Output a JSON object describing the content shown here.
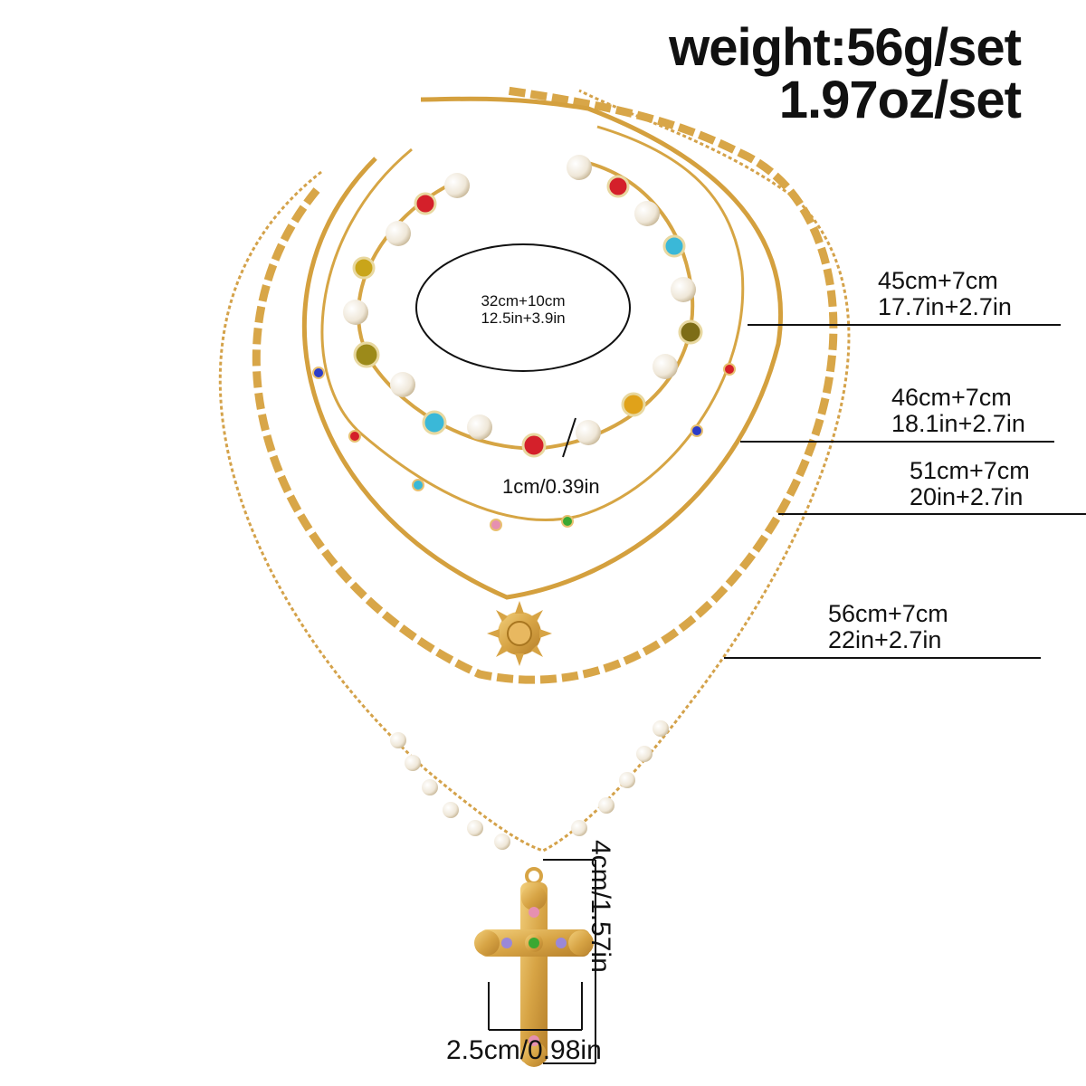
{
  "header": {
    "weight_line1": "weight:56g/set",
    "weight_line2": "1.97oz/set"
  },
  "bracelet": {
    "length_line1": "32cm+10cm",
    "length_line2": "12.5in+3.9in",
    "bead_size": "1cm/0.39in"
  },
  "necklaces": [
    {
      "length_cm": "45cm+7cm",
      "length_in": "17.7in+2.7in"
    },
    {
      "length_cm": "46cm+7cm",
      "length_in": "18.1in+2.7in"
    },
    {
      "length_cm": "51cm+7cm",
      "length_in": "20in+2.7in"
    },
    {
      "length_cm": "56cm+7cm",
      "length_in": "22in+2.7in"
    }
  ],
  "pendant": {
    "height": "4cm/1.57in",
    "width": "2.5cm/0.98in"
  },
  "colors": {
    "gold": "#d9a64a",
    "pearl": "#f4efe6",
    "gem_red": "#d4202a",
    "gem_blue": "#2b3cc9",
    "gem_cyan": "#3ab8d8",
    "gem_olive": "#9c8a1a",
    "gem_green": "#3aa832",
    "gem_pink": "#e690b0"
  }
}
